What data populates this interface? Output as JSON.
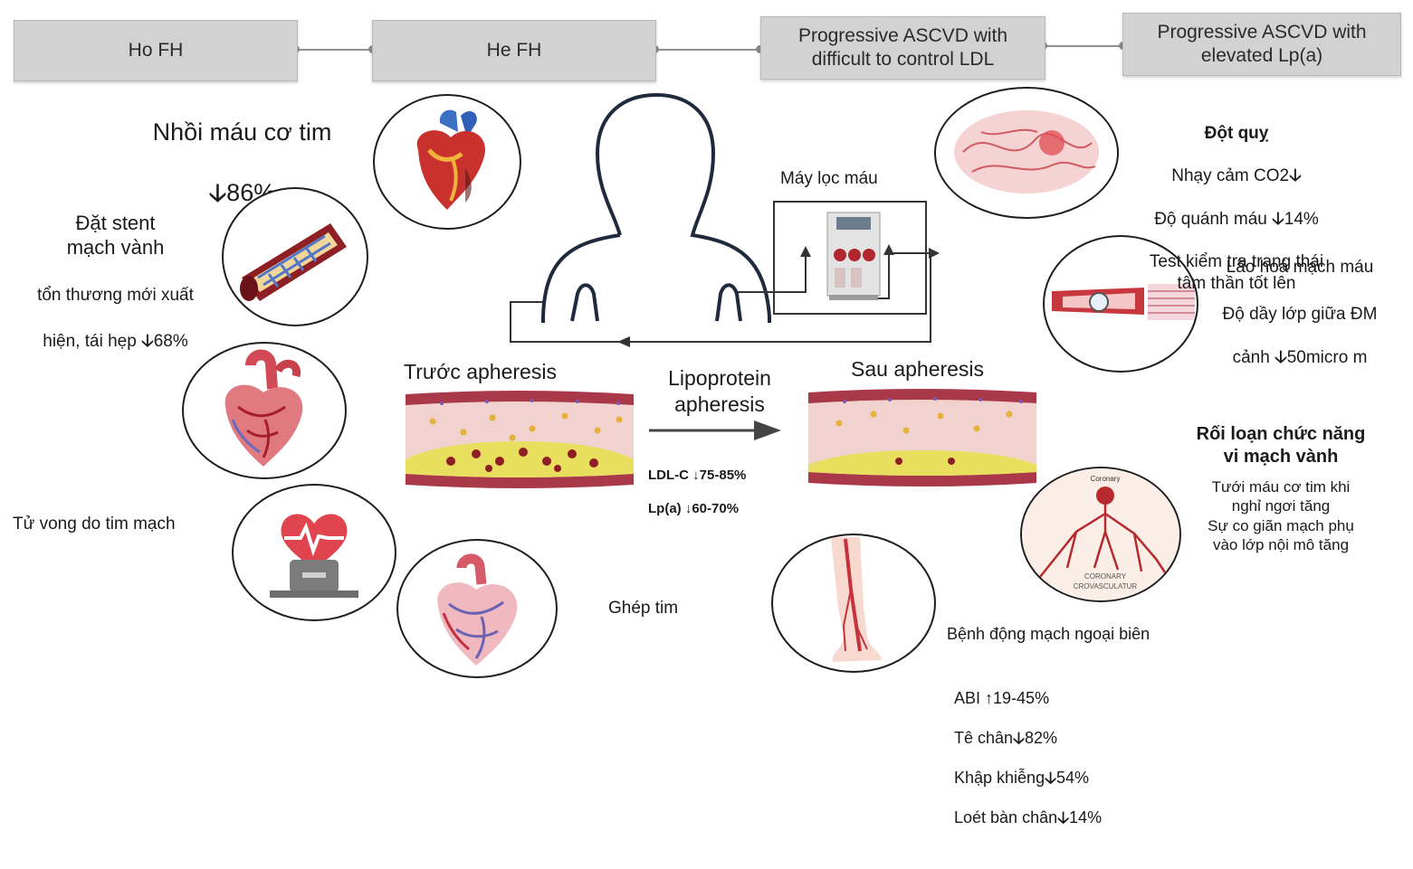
{
  "stages": [
    {
      "label": "Ho FH"
    },
    {
      "label": "He FH"
    },
    {
      "label": "Progressive ASCVD with\ndifficult to control LDL"
    },
    {
      "label": "Progressive ASCVD with\nelevated Lp(a)"
    }
  ],
  "left": {
    "mi": {
      "title": "Nhồi máu cơ tim",
      "value": "86%"
    },
    "stent": {
      "title": "Đặt stent\nmạch vành",
      "line1": "tổn thương mới xuất",
      "line2_prefix": "hiện, tái hẹp",
      "line2_value": "68%"
    },
    "death": {
      "label": "Tử vong do tim mạch"
    },
    "transplant": {
      "label": "Ghép tim"
    }
  },
  "center": {
    "filter_label": "Máy lọc máu",
    "before_label": "Trước apheresis",
    "after_label": "Sau apheresis",
    "procedure_label": "Lipoprotein\napheresis",
    "ldl_label": "LDL-C",
    "ldl_value": "75-85%",
    "lpa_label": "Lp(a)",
    "lpa_value": "60-70%"
  },
  "right": {
    "stroke": {
      "title": "Đột quỵ",
      "line1": "Nhạy cảm CO2",
      "line2_prefix": "Độ quánh máu",
      "line2_value": "14%",
      "line3": "Test kiểm tra trạng thái\ntâm thần tốt lên"
    },
    "aging": {
      "title": "Lão hoá mạch máu",
      "line1": "Độ dầy lớp giữa ĐM",
      "line2_prefix": "cảnh",
      "line2_value": "50micro m"
    },
    "microvascular": {
      "title": "Rối loạn chức năng\nvi mạch vành",
      "body": "Tưới máu cơ tim khi\nnghỉ ngơi tăng\nSự co giãn mạch phụ\nvào lớp nội mô tăng",
      "img_top": "Coronary",
      "img_bottom": "CORONARY\nCROVASCULATUR"
    },
    "pad": {
      "title": "Bệnh động mạch ngoại biên",
      "items": [
        {
          "prefix": "ABI",
          "dir": "up",
          "value": "19-45%"
        },
        {
          "prefix": "Tê chân",
          "dir": "down",
          "value": "82%"
        },
        {
          "prefix": "Khập khiễng",
          "dir": "down",
          "value": "54%"
        },
        {
          "prefix": "Loét bàn chân",
          "dir": "down",
          "value": "14%"
        }
      ]
    }
  },
  "colors": {
    "header_bg": "#d2d2d2",
    "vessel": "#9c2a3a",
    "plaque": "#e6db5c",
    "artery": "#c4323b"
  }
}
